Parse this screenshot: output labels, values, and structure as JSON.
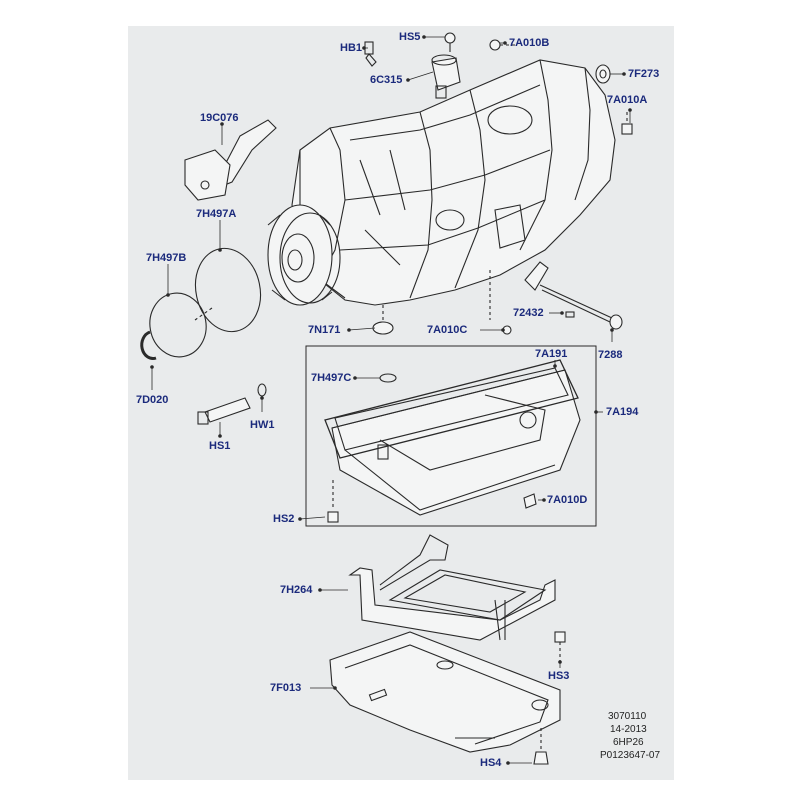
{
  "labels": {
    "HB1": "HB1",
    "HS5": "HS5",
    "7A010B": "7A010B",
    "6C315": "6C315",
    "7F273": "7F273",
    "7A010A": "7A010A",
    "19C076": "19C076",
    "7H497A": "7H497A",
    "7H497B": "7H497B",
    "7N171": "7N171",
    "7A010C": "7A010C",
    "72432": "72432",
    "7288": "7288",
    "7D020": "7D020",
    "7A191": "7A191",
    "7H497C": "7H497C",
    "7A194": "7A194",
    "HW1": "HW1",
    "HS1": "HS1",
    "7A010D": "7A010D",
    "HS2": "HS2",
    "7H264": "7H264",
    "HS3": "HS3",
    "7F013": "7F013",
    "HS4": "HS4"
  },
  "reference": {
    "line1": "3070110",
    "line2": "14-2013",
    "line3": "6HP26",
    "line4": "P0123647-07"
  },
  "colors": {
    "label": "#1b2a7c",
    "line": "#2a2a2a",
    "background": "#e9ebec"
  }
}
